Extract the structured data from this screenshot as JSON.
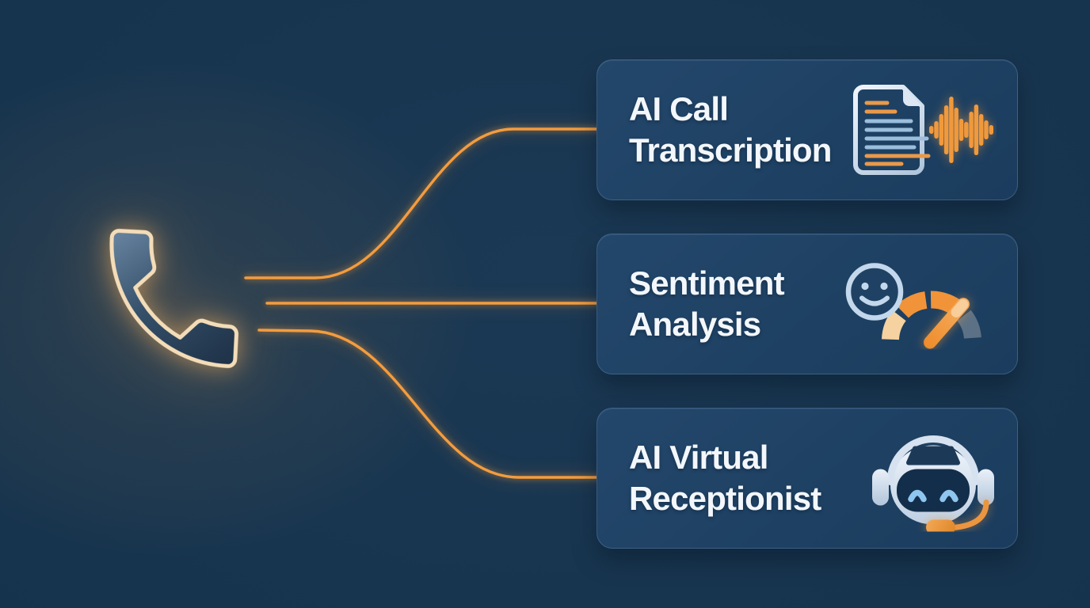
{
  "diagram": {
    "type": "feature-flow-infographic",
    "palette": {
      "background": "#16334d",
      "card_background": "#1e4163",
      "card_border": "rgba(130,170,210,0.28)",
      "connector_orange": "#f49c3e",
      "title_text": "#f3f7fb",
      "phone_outline_cream": "#f3dcb8",
      "phone_fill_dark": "#1f3349",
      "doc_outline": "#d7e3f1",
      "doc_line_blue": "#9cbedd",
      "doc_line_orange": "#e9994a",
      "waveform_orange": "#f0993c",
      "smiley_blue": "#c3d8ec",
      "gauge_cream": "#f5d2a0",
      "gauge_orange": "#f19338",
      "gauge_slate": "#5c7185",
      "robot_shell": "#dce7f3",
      "robot_visor": "#132e4a",
      "robot_eyes": "#8ec6f0",
      "mic_orange": "#ec9540"
    },
    "source": {
      "name": "incoming-call",
      "icon": "phone-handset-icon"
    },
    "cards": [
      {
        "id": "ai-call-transcription",
        "title_line1": "AI Call",
        "title_line2": "Transcription",
        "icon": "document-waveform-icon"
      },
      {
        "id": "sentiment-analysis",
        "title_line1": "Sentiment",
        "title_line2": "Analysis",
        "icon": "smiley-gauge-icon"
      },
      {
        "id": "ai-virtual-receptionist",
        "title_line1": "AI Virtual",
        "title_line2": "Receptionist",
        "icon": "robot-headset-icon"
      }
    ],
    "connections": [
      {
        "from": "incoming-call",
        "to": "ai-call-transcription"
      },
      {
        "from": "incoming-call",
        "to": "sentiment-analysis"
      },
      {
        "from": "incoming-call",
        "to": "ai-virtual-receptionist"
      }
    ]
  }
}
